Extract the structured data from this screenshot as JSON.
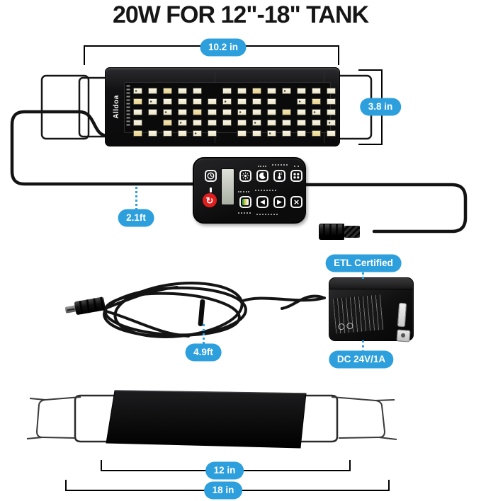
{
  "title": "20W FOR 12\"-18\" TANK",
  "labels": {
    "width": "10.2 in",
    "height": "3.8 in",
    "remote_cable_length": "2.1ft",
    "adapter_cable_length": "4.9ft",
    "certification": "ETL Certified",
    "power_spec": "DC 24V/1A",
    "body_length": "12 in",
    "extended_length": "18 in"
  },
  "fixture": {
    "brand": "Alldoa",
    "led_rows": 5,
    "led_cols": 14
  },
  "remote": {
    "glyphs": {
      "power": "↻",
      "prev": "◀",
      "next": "▶",
      "close": "×"
    },
    "icons": [
      "clock-icon",
      "power-icon",
      "sun-icon",
      "moon-icon",
      "timer-icon",
      "mode-icon",
      "color-icon",
      "prev-icon",
      "next-icon",
      "close-icon"
    ]
  },
  "colors": {
    "accent_blue": "#2D9FDD",
    "power_button_red": "#E01E1E",
    "body_black": "#0B0B0C"
  }
}
